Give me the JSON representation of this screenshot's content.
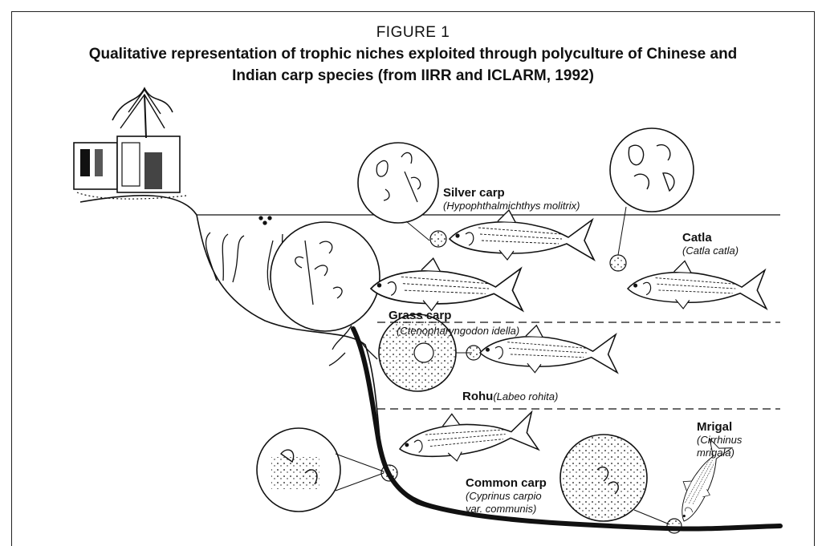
{
  "figure": {
    "label": "FIGURE 1",
    "title_line1": "Qualitative representation of trophic niches exploited through polyculture of Chinese and",
    "title_line2": "Indian carp species (from IIRR and ICLARM, 1992)"
  },
  "species": {
    "silver": {
      "name": "Silver carp",
      "sci": "(Hypophthalmichthys molitrix)"
    },
    "catla": {
      "name": "Catla",
      "sci": "(Catla catla)"
    },
    "grass": {
      "name": "Grass carp",
      "sci": "(Ctenopharyngodon idella)"
    },
    "rohu": {
      "name": "Rohu",
      "sci": "(Labeo rohita)"
    },
    "common": {
      "name": "Common carp",
      "sci_line1": "(Cyprinus carpio",
      "sci_line2": "var. communis)"
    },
    "mrigal": {
      "name": "Mrigal",
      "sci_line1": "(Cirrhinus",
      "sci_line2": "mrigala)"
    }
  },
  "colors": {
    "ink": "#111111",
    "background": "#ffffff",
    "frame": "#222222"
  }
}
